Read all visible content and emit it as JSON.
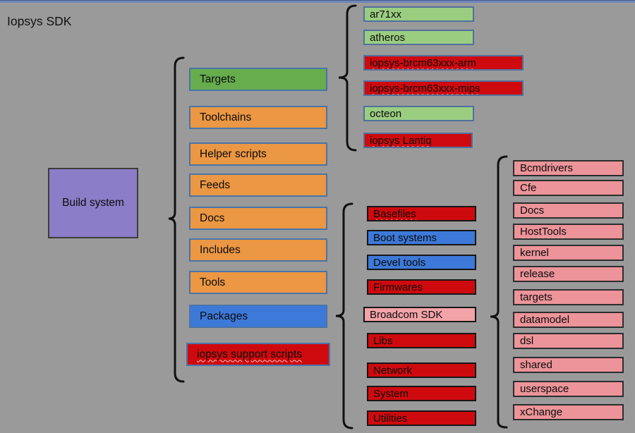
{
  "diagram": {
    "title": "Iopsys SDK",
    "root": "Build system",
    "build_system_children": [
      {
        "label": "Targets",
        "color": "green"
      },
      {
        "label": "Toolchains",
        "color": "orange"
      },
      {
        "label": "Helper scripts",
        "color": "orange"
      },
      {
        "label": "Feeds",
        "color": "orange"
      },
      {
        "label": "Docs",
        "color": "orange"
      },
      {
        "label": "Includes",
        "color": "orange"
      },
      {
        "label": "Tools",
        "color": "orange"
      },
      {
        "label": "Packages",
        "color": "blue"
      },
      {
        "label": "iopsys support scripts",
        "color": "red"
      }
    ],
    "targets_children": [
      {
        "label": "ar71xx",
        "color": "lightgreen"
      },
      {
        "label": "atheros",
        "color": "lightgreen"
      },
      {
        "label": "iopsys-brcm63xxx-arm",
        "color": "red"
      },
      {
        "label": "iopsys-brcm63xxx-mips",
        "color": "red"
      },
      {
        "label": "octeon",
        "color": "lightgreen"
      },
      {
        "label": "iopsys Lantiq",
        "color": "red"
      }
    ],
    "packages_children": [
      {
        "label": "Basefiles",
        "color": "red"
      },
      {
        "label": "Boot systems",
        "color": "blue"
      },
      {
        "label": "Devel tools",
        "color": "blue"
      },
      {
        "label": "Firmwares",
        "color": "red"
      },
      {
        "label": "Broadcom SDK",
        "color": "lightpink"
      },
      {
        "label": "Libs",
        "color": "red"
      },
      {
        "label": "Network",
        "color": "red"
      },
      {
        "label": "System",
        "color": "red"
      },
      {
        "label": "Utilities",
        "color": "red"
      }
    ],
    "broadcom_sdk_children": [
      {
        "label": "Bcmdrivers",
        "color": "pink"
      },
      {
        "label": "Cfe",
        "color": "pink"
      },
      {
        "label": "Docs",
        "color": "pink"
      },
      {
        "label": "HostTools",
        "color": "pink"
      },
      {
        "label": "kernel",
        "color": "pink"
      },
      {
        "label": "release",
        "color": "pink"
      },
      {
        "label": "targets",
        "color": "pink"
      },
      {
        "label": "datamodel",
        "color": "pink"
      },
      {
        "label": "dsl",
        "color": "pink"
      },
      {
        "label": "shared",
        "color": "pink"
      },
      {
        "label": "userspace",
        "color": "pink"
      },
      {
        "label": "xChange",
        "color": "pink"
      }
    ]
  },
  "colors": {
    "green": "#67ad4e",
    "lightgreen": "#9bcd81",
    "orange": "#eb9743",
    "blue": "#3d79d9",
    "red": "#cf0a0e",
    "purple": "#8b7dc7",
    "pink": "#ec9499",
    "lightpink": "#f2a3a8"
  }
}
